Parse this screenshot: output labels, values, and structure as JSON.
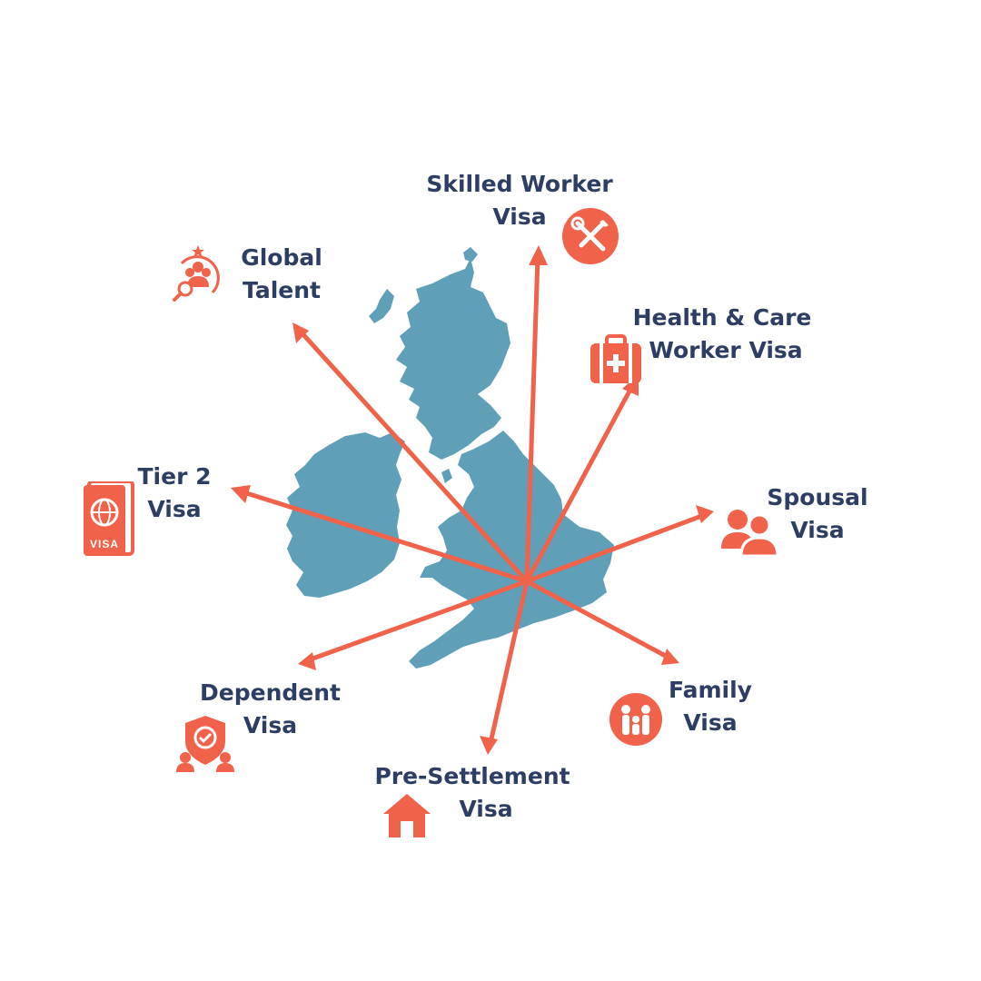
{
  "colors": {
    "map": "#5fa0b8",
    "accent": "#f0624a",
    "text": "#2c3e63"
  },
  "center_icon": "uk-map",
  "visa_types": [
    {
      "id": "skilled",
      "line1": "Skilled Worker",
      "line2": "Visa",
      "icon": "tools-icon"
    },
    {
      "id": "health",
      "line1": "Health & Care",
      "line2": "Worker Visa",
      "icon": "medical-kit-icon"
    },
    {
      "id": "spousal",
      "line1": "Spousal",
      "line2": "Visa",
      "icon": "couple-icon"
    },
    {
      "id": "family",
      "line1": "Family",
      "line2": "Visa",
      "icon": "family-icon"
    },
    {
      "id": "presettlement",
      "line1": "Pre-Settlement",
      "line2": "Visa",
      "icon": "house-icon"
    },
    {
      "id": "dependent",
      "line1": "Dependent",
      "line2": "Visa",
      "icon": "shield-people-icon"
    },
    {
      "id": "tier2",
      "line1": "Tier 2",
      "line2": "Visa",
      "icon": "passport-icon",
      "icon_text": "VISA"
    },
    {
      "id": "global",
      "line1": "Global",
      "line2": "Talent",
      "icon": "talent-search-icon"
    }
  ]
}
